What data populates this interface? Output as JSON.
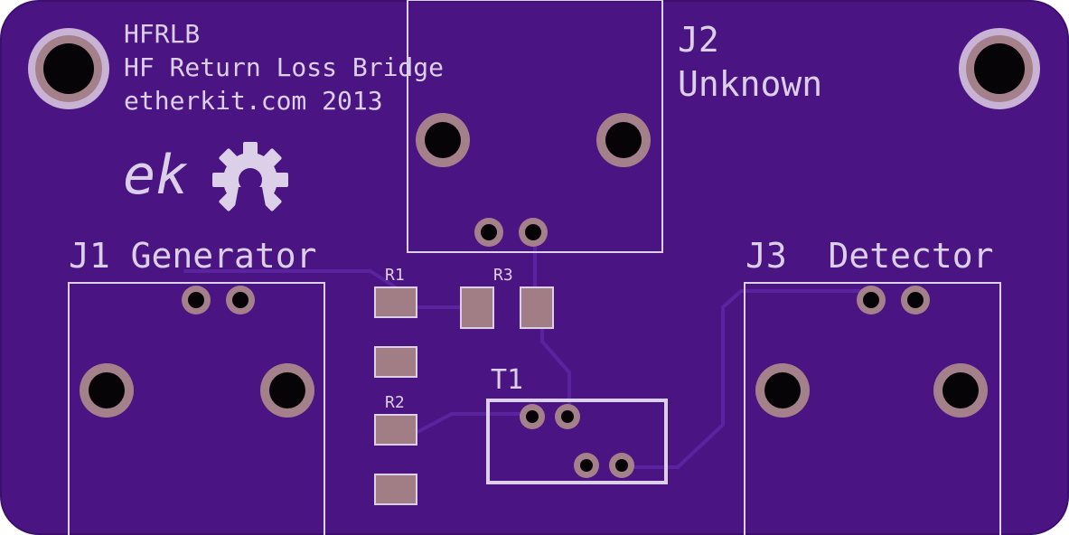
{
  "board": {
    "colors": {
      "soldermask": "#4a1582",
      "soldermask_edge": "#3c0f6e",
      "silkscreen": "#dcd0e8",
      "copper_pad": "#a17e86",
      "copper_ring": "#a4818a",
      "mounting_ring": "#c8b3d4",
      "drill": "#070408",
      "trace": "#5a24a0"
    },
    "title_block": {
      "line1": "HFRLB",
      "line2": "HF Return Loss Bridge",
      "line3": "etherkit.com 2013"
    },
    "logo": {
      "text": "ek",
      "icon": "open-hardware-gear-icon"
    },
    "connectors": {
      "j1": {
        "label": "J1 Generator"
      },
      "j2": {
        "ref": "J2",
        "name": "Unknown"
      },
      "j3": {
        "label": "J3  Detector"
      }
    },
    "components": {
      "r1": "R1",
      "r2": "R2",
      "r3": "R3",
      "t1": "T1"
    }
  }
}
